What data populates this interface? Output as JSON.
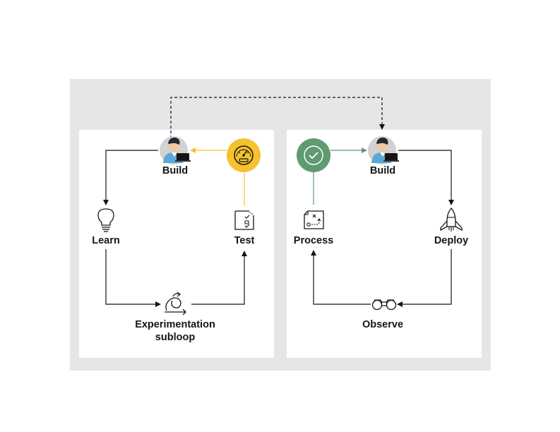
{
  "left_loop": {
    "build": "Build",
    "learn": "Learn",
    "experimentation_line1": "Experimentation",
    "experimentation_line2": "subloop",
    "test": "Test"
  },
  "right_loop": {
    "process": "Process",
    "build": "Build",
    "deploy": "Deploy",
    "observe": "Observe"
  },
  "colors": {
    "background_gray": "#e6e6e6",
    "panel_white": "#ffffff",
    "accent_yellow": "#f5c12e",
    "accent_green": "#5f9a71",
    "arrow_black": "#151515"
  }
}
